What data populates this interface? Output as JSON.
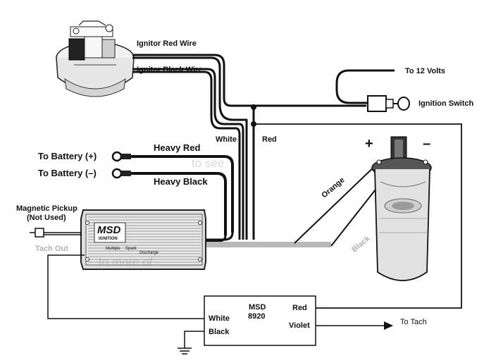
{
  "labels": {
    "ignitor_red_wire": "Ignitor Red Wire",
    "ignitor_black_wire": "Ignitor Black Wire",
    "to_12_volts": "To 12 Volts",
    "ignition_switch": "Ignition Switch",
    "white": "White",
    "red": "Red",
    "to_battery_pos": "To Battery (+)",
    "to_battery_neg": "To Battery (–)",
    "heavy_red": "Heavy Red",
    "heavy_black": "Heavy Black",
    "magnetic_pickup": "Magnetic Pickup",
    "not_used": "(Not Used)",
    "tach_out": "Tach Out",
    "orange": "Orange",
    "black_coil": "Black",
    "plus": "+",
    "minus": "–",
    "to_tach": "To Tach"
  },
  "msd_box": {
    "title": "MSD",
    "model": "8920",
    "white": "White",
    "black": "Black",
    "red": "Red",
    "violet": "Violet"
  },
  "ignition_unit": {
    "logo": "MSD",
    "sublogo": "IGNITION",
    "caption1": "Multiple",
    "caption2": "Spark",
    "caption3": "Discharge"
  },
  "watermark": {
    "text1": "to see",
    "text2": "to more of"
  },
  "colors": {
    "wire": "#111111",
    "gray_wire": "#b8b8b8"
  }
}
